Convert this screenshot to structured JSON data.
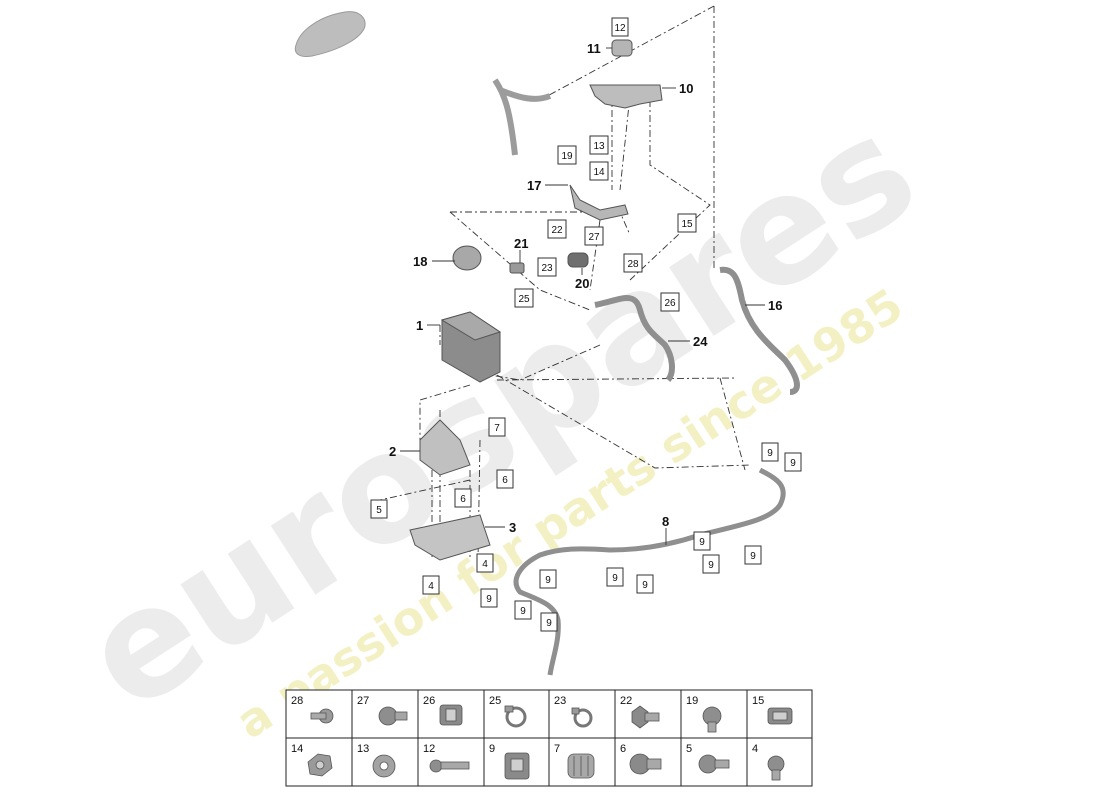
{
  "watermark": {
    "brand": "eurospares",
    "tagline": "a passion for parts since 1985"
  },
  "colors": {
    "line": "#333333",
    "part_fill": "#b9b9b9",
    "part_dark": "#7d7d7d",
    "watermark_brand": "#ececec",
    "watermark_tagline": "#f3f1c4"
  },
  "icons": [
    "car-silhouette-icon"
  ],
  "callouts": [
    "1",
    "2",
    "3",
    "8",
    "10",
    "11",
    "16",
    "17",
    "18",
    "20",
    "21",
    "24"
  ],
  "boxed_labels": [
    "12",
    "13",
    "14",
    "19",
    "22",
    "27",
    "15",
    "23",
    "28",
    "25",
    "26",
    "7",
    "6",
    "6",
    "5",
    "4",
    "4",
    "9",
    "9",
    "9",
    "9",
    "9",
    "9",
    "9",
    "9",
    "9",
    "9",
    "9"
  ],
  "hardware_table": {
    "row1": [
      "28",
      "27",
      "26",
      "25",
      "23",
      "22",
      "19",
      "15"
    ],
    "row2": [
      "14",
      "13",
      "12",
      "9",
      "7",
      "6",
      "5",
      "4"
    ]
  }
}
